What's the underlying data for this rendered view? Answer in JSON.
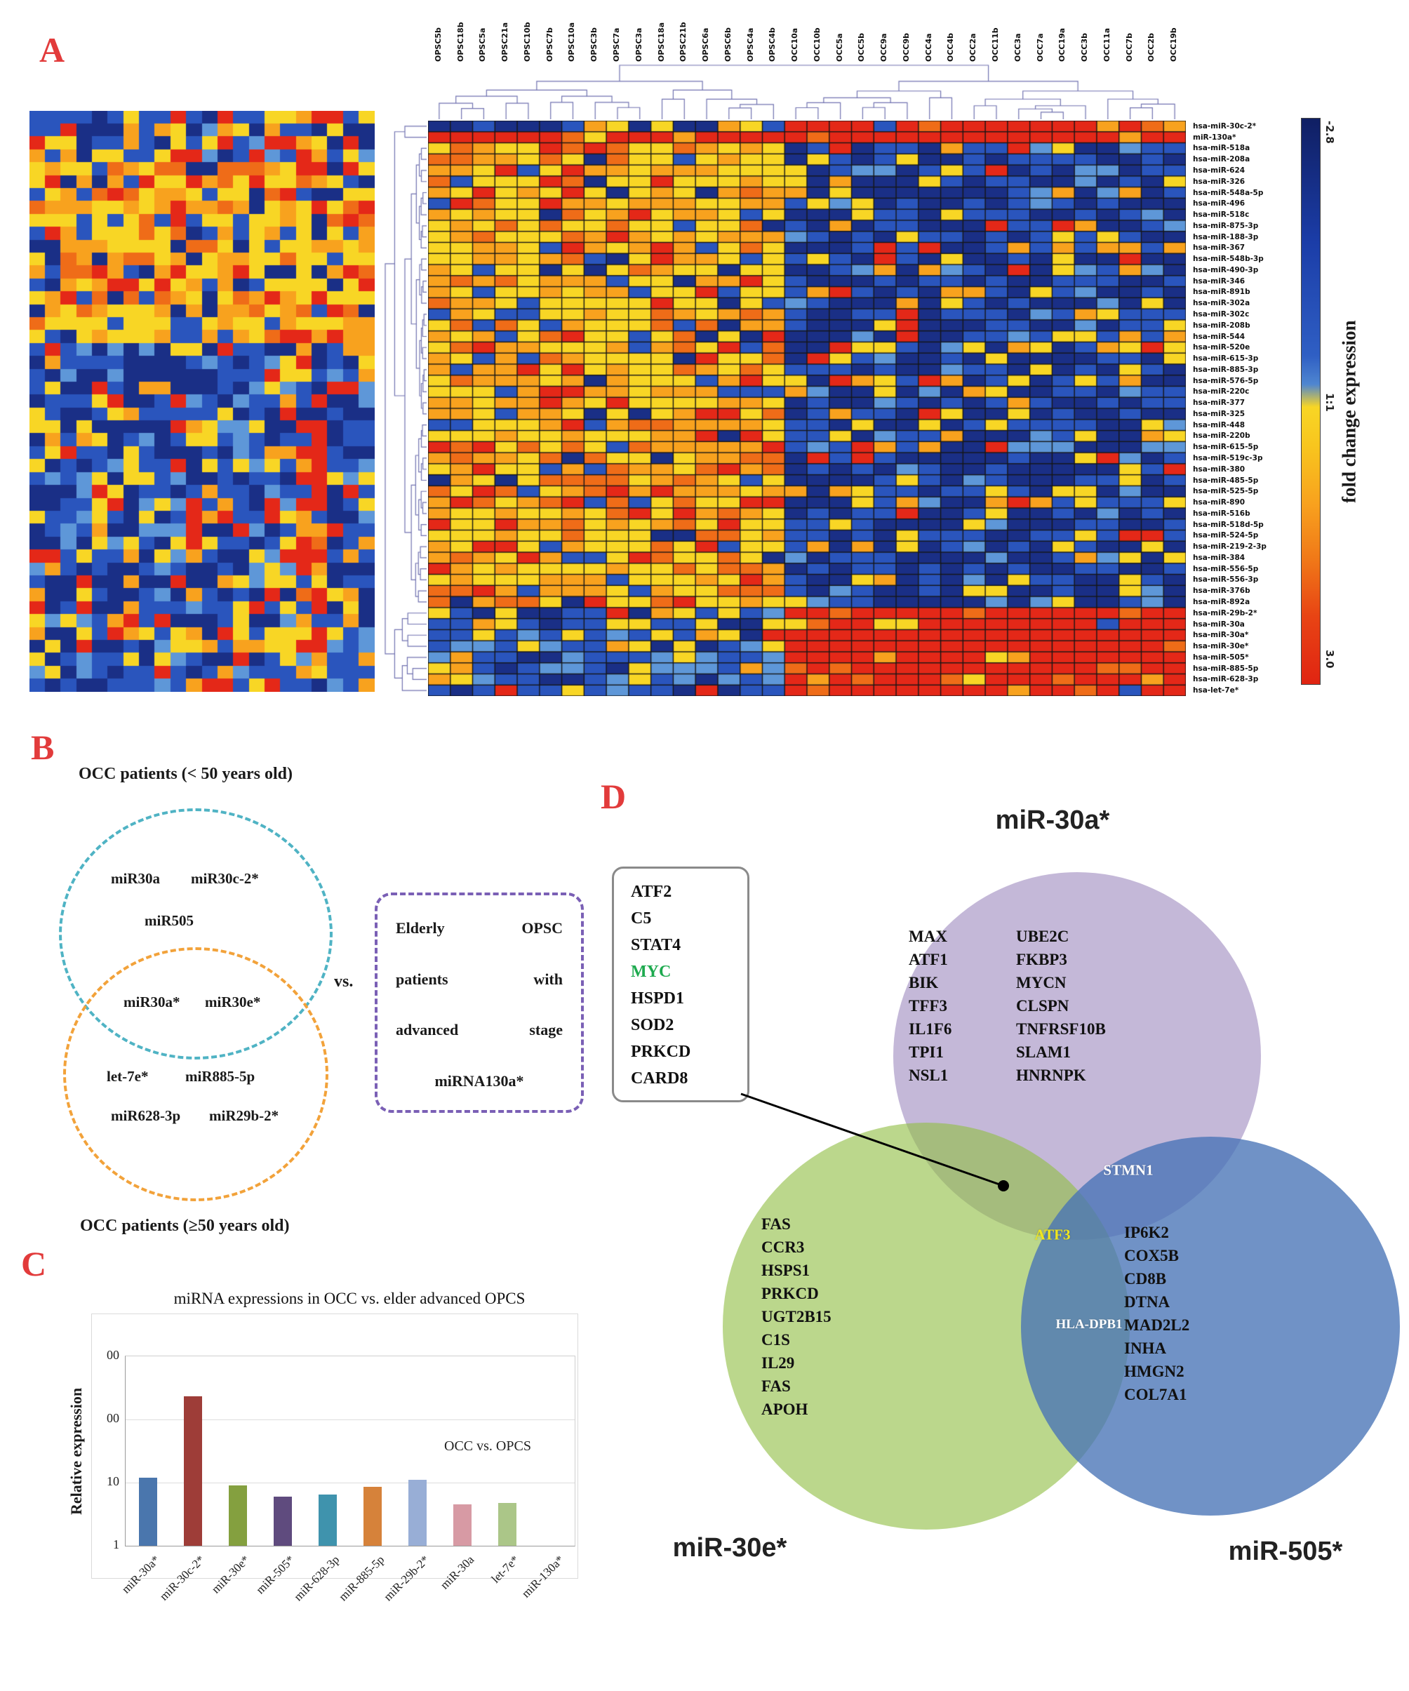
{
  "panels": {
    "a": "A",
    "b": "B",
    "c": "C",
    "d": "D"
  },
  "heatmap_palettes": {
    "warm": [
      [
        "#f8d625",
        0.36
      ],
      [
        "#f8a21e",
        0.28
      ],
      [
        "#ef6c18",
        0.14
      ],
      [
        "#e42818",
        0.08
      ],
      [
        "#2a55bd",
        0.08
      ],
      [
        "#1a2f86",
        0.06
      ]
    ],
    "cool": [
      [
        "#1a2f86",
        0.42
      ],
      [
        "#2a55bd",
        0.32
      ],
      [
        "#5e97d8",
        0.08
      ],
      [
        "#f8d625",
        0.1
      ],
      [
        "#f8a21e",
        0.05
      ],
      [
        "#e42818",
        0.03
      ]
    ],
    "coolLight": [
      [
        "#2a55bd",
        0.34
      ],
      [
        "#5e97d8",
        0.2
      ],
      [
        "#1a2f86",
        0.16
      ],
      [
        "#f8d625",
        0.2
      ],
      [
        "#f8a21e",
        0.07
      ],
      [
        "#e42818",
        0.03
      ]
    ],
    "red_block": [
      [
        "#e42818",
        0.75
      ],
      [
        "#ef6c18",
        0.12
      ],
      [
        "#f8a21e",
        0.06
      ],
      [
        "#f8d625",
        0.04
      ],
      [
        "#2a55bd",
        0.03
      ]
    ],
    "red_strong": [
      [
        "#e42818",
        0.82
      ],
      [
        "#ef6c18",
        0.08
      ],
      [
        "#f8a21e",
        0.05
      ],
      [
        "#f8d625",
        0.03
      ],
      [
        "#2a55bd",
        0.02
      ]
    ],
    "row0_left": [
      [
        "#1a2f86",
        0.4
      ],
      [
        "#2a55bd",
        0.3
      ],
      [
        "#f8d625",
        0.15
      ],
      [
        "#5e97d8",
        0.08
      ],
      [
        "#f8a21e",
        0.07
      ]
    ],
    "mixed": [
      [
        "#f8d625",
        0.22
      ],
      [
        "#f8a21e",
        0.14
      ],
      [
        "#e42818",
        0.12
      ],
      [
        "#2a55bd",
        0.24
      ],
      [
        "#1a2f86",
        0.16
      ],
      [
        "#5e97d8",
        0.12
      ]
    ],
    "warmMix": [
      [
        "#f8d625",
        0.32
      ],
      [
        "#f8a21e",
        0.22
      ],
      [
        "#ef6c18",
        0.1
      ],
      [
        "#e42818",
        0.1
      ],
      [
        "#2a55bd",
        0.14
      ],
      [
        "#1a2f86",
        0.12
      ]
    ],
    "coolMix": [
      [
        "#1a2f86",
        0.28
      ],
      [
        "#2a55bd",
        0.3
      ],
      [
        "#5e97d8",
        0.1
      ],
      [
        "#f8d625",
        0.16
      ],
      [
        "#f8a21e",
        0.08
      ],
      [
        "#e42818",
        0.08
      ]
    ],
    "redMix": [
      [
        "#e42818",
        0.5
      ],
      [
        "#ef6c18",
        0.15
      ],
      [
        "#f8a21e",
        0.1
      ],
      [
        "#f8d625",
        0.1
      ],
      [
        "#2a55bd",
        0.15
      ]
    ]
  },
  "chart_data": [
    {
      "type": "heatmap",
      "id": "hm-left",
      "rows": 45,
      "cols": 22,
      "seed": 11,
      "grid": false,
      "blocks": [
        {
          "r": [
            0,
            3
          ],
          "c": [
            0,
            21
          ],
          "dist": "mixed"
        },
        {
          "r": [
            4,
            17
          ],
          "c": [
            0,
            21
          ],
          "dist": "warmMix"
        },
        {
          "r": [
            18,
            44
          ],
          "c": [
            0,
            21
          ],
          "dist": "coolMix"
        },
        {
          "r": [
            24,
            41
          ],
          "c": [
            17,
            18
          ],
          "dist": "redMix"
        }
      ]
    },
    {
      "type": "heatmap",
      "id": "hm-main",
      "rows": 52,
      "cols": 34,
      "seed": 23,
      "grid": true,
      "col_labels": [
        "OPSC5b",
        "OPSC18b",
        "OPSC5a",
        "OPSC21a",
        "OPSC10b",
        "OPSC7b",
        "OPSC10a",
        "OPSC3b",
        "OPSC7a",
        "OPSC3a",
        "OPSC18a",
        "OPSC21b",
        "OPSC6a",
        "OPSC6b",
        "OPSC4a",
        "OPSC4b",
        "OCC10a",
        "OCC10b",
        "OCC5a",
        "OCC5b",
        "OCC9a",
        "OCC9b",
        "OCC4a",
        "OCC4b",
        "OCC2a",
        "OCC11b",
        "OCC3a",
        "OCC7a",
        "OCC19a",
        "OCC3b",
        "OCC11a",
        "OCC7b",
        "OCC2b",
        "OCC19b"
      ],
      "row_labels": [
        "hsa-miR-30c-2*",
        "miR-130a*",
        "hsa-miR-518a",
        "hsa-miR-208a",
        "hsa-miR-624",
        "hsa-miR-326",
        "hsa-miR-548a-5p",
        "hsa-miR-496",
        "hsa-miR-518c",
        "hsa-miR-875-3p",
        "hsa-miR-188-3p",
        "hsa-miR-367",
        "hsa-miR-548b-3p",
        "hsa-miR-490-3p",
        "hsa-miR-346",
        "hsa-miR-891b",
        "hsa-miR-302a",
        "hsa-miR-302c",
        "hsa-miR-208b",
        "hsa-miR-544",
        "hsa-miR-520e",
        "hsa-miR-615-3p",
        "hsa-miR-885-3p",
        "hsa-miR-576-5p",
        "hsa-miR-220c",
        "hsa-miR-377",
        "hsa-miR-325",
        "hsa-miR-448",
        "hsa-miR-220b",
        "hsa-miR-615-5p",
        "hsa-miR-519c-3p",
        "hsa-miR-380",
        "hsa-miR-485-5p",
        "hsa-miR-525-5p",
        "hsa-miR-890",
        "hsa-miR-516b",
        "hsa-miR-518d-5p",
        "hsa-miR-524-5p",
        "hsa-miR-219-2-3p",
        "hsa-miR-384",
        "hsa-miR-556-5p",
        "hsa-miR-556-3p",
        "hsa-miR-376b",
        "hsa-miR-892a",
        "hsa-miR-29b-2*",
        "hsa-miR-30a",
        "hsa-miR-30a*",
        "hsa-miR-30e*",
        "hsa-miR-505*",
        "hsa-miR-885-5p",
        "hsa-miR-628-3p",
        "hsa-let-7e*"
      ],
      "colorbar": {
        "tick_top": "-2.8",
        "tick_mid": "1:1",
        "tick_bottom": "3.0",
        "label": "fold change expression"
      },
      "forced_splits_cols": {
        "0-33": 16
      },
      "forced_splits_rows": {
        "0-51": 44,
        "0-43": 2
      },
      "blocks": [
        {
          "r": [
            2,
            43
          ],
          "c": [
            0,
            15
          ],
          "dist": "warm"
        },
        {
          "r": [
            2,
            43
          ],
          "c": [
            16,
            33
          ],
          "dist": "cool"
        },
        {
          "r": [
            0,
            0
          ],
          "c": [
            0,
            15
          ],
          "dist": "row0_left"
        },
        {
          "r": [
            0,
            0
          ],
          "c": [
            16,
            33
          ],
          "dist": "red_strong"
        },
        {
          "r": [
            1,
            1
          ],
          "c": [
            0,
            33
          ],
          "dist": "red_strong"
        },
        {
          "r": [
            44,
            51
          ],
          "c": [
            0,
            15
          ],
          "dist": "coolLight"
        },
        {
          "r": [
            44,
            51
          ],
          "c": [
            16,
            33
          ],
          "dist": "red_block"
        }
      ]
    },
    {
      "type": "bar",
      "title": "miRNA expressions in OCC vs. elder advanced OPCS",
      "ylabel": "Relative expression",
      "annotation": "OCC vs. OPCS",
      "scale": "log",
      "ylim": [
        1,
        1000
      ],
      "categories": [
        "miR-30a*",
        "miR-30c-2*",
        "miR-30e*",
        "miR-505*",
        "miR-628-3p",
        "miR-885-5p",
        "miR-29b-2*",
        "miR-30a",
        "let-7e*",
        "miR-130a*"
      ],
      "values": [
        12,
        230,
        9,
        6,
        6.5,
        8.5,
        11,
        4.5,
        4.8,
        null
      ],
      "colors": [
        "#4a76ad",
        "#9e3d38",
        "#84a03f",
        "#5f4b7e",
        "#3f93ad",
        "#d6823a",
        "#98aed6",
        "#d79aa4",
        "#abc688",
        "#b49bc9"
      ],
      "yticks": [
        {
          "label": "1",
          "value": 1
        },
        {
          "label": "10",
          "value": 10
        },
        {
          "label": "00",
          "value": 100
        },
        {
          "label": "00",
          "value": 1000
        }
      ]
    }
  ],
  "venn_b": {
    "top_label": "OCC patients (< 50 years old)",
    "bottom_label": "OCC patients (≥50 years old)",
    "vs": "vs.",
    "young_only": [
      "miR30a",
      "miR30c-2*",
      "miR505"
    ],
    "shared": [
      "miR30a*",
      "miR30e*"
    ],
    "old_only": [
      "let-7e*",
      "miR885-5p",
      "miR628-3p",
      "miR29b-2*"
    ],
    "box_lines": [
      "Elderly OPSC",
      "patients with",
      "advanced stage",
      "miRNA130a*"
    ]
  },
  "venn_d": {
    "labels": {
      "top": "miR-30a*",
      "left": "miR-30e*",
      "right": "miR-505*"
    },
    "top_col1": [
      "MAX",
      "ATF1",
      "BIK",
      "TFF3",
      "IL1F6",
      "TPI1",
      "NSL1"
    ],
    "top_col2": [
      "UBE2C",
      "FKBP3",
      "MYCN",
      "CLSPN",
      "TNFRSF10B",
      "SLAM1",
      "HNRNPK"
    ],
    "left_list": [
      "FAS",
      "CCR3",
      "HSPS1",
      "PRKCD",
      "UGT2B15",
      "C1S",
      "IL29",
      "FAS",
      "APOH"
    ],
    "right_list": [
      "IP6K2",
      "COX5B",
      "CD8B",
      "DTNA",
      "MAD2L2",
      "INHA",
      "HMGN2",
      "COL7A1"
    ],
    "intersections": {
      "top_right": "STMN1",
      "center": "ATF3",
      "bottom": "HLA-DPB1"
    },
    "callout": {
      "items": [
        "ATF2",
        "C5",
        "STAT4",
        "MYC",
        "HSPD1",
        "SOD2",
        "PRKCD",
        "CARD8"
      ],
      "highlight": "MYC"
    }
  },
  "colors": {
    "accent_red": "#e23b3b",
    "venn_purple": "#947db8",
    "venn_green": "#92be46",
    "venn_blue": "#4873b6",
    "teal_dash": "#4fb3c4",
    "orange_dash": "#f2a23a",
    "purple_dash": "#7a5fb5",
    "highlight_green": "#1eaa4f",
    "atf3_yellow": "#f2e71c"
  }
}
